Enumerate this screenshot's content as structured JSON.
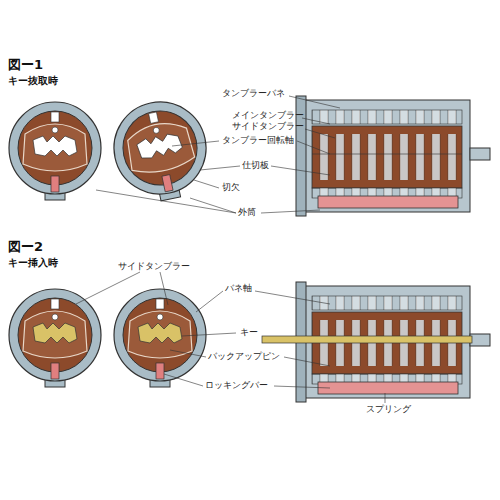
{
  "diagram": {
    "labels": [
      "図ー1",
      "キー抜取時",
      "タンブラーバネ",
      "メインタンブラー",
      "サイドタンブラー",
      "タンブラー回転軸",
      "仕切板",
      "切欠",
      "外筒",
      "図ー2",
      "キー挿入時",
      "サイドタンブラー",
      "バネ軸",
      "キー",
      "バックアップピン",
      "ロッキングバー",
      "スプリング"
    ]
  }
}
